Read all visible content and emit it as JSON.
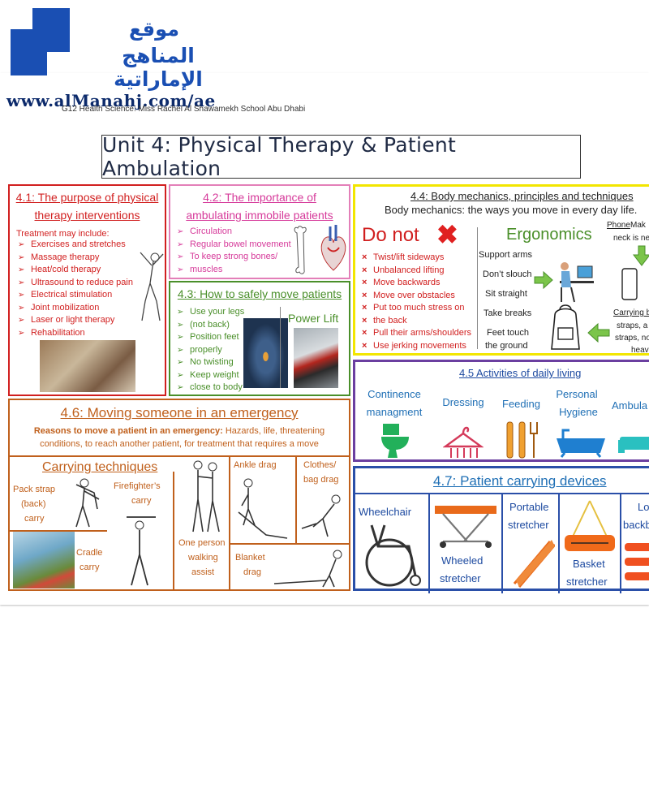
{
  "site": {
    "logo_line1": "موقع",
    "logo_line2": "المناهج الإماراتية",
    "url": "www.alManahj.com/ae"
  },
  "header_text": "G12 Health Science: Miss Rachel Al Shawamekh School Abu Dhabi",
  "title": "Unit 4: Physical Therapy & Patient Ambulation",
  "s41": {
    "title_a": "4.1: The purpose of physical",
    "title_b": "therapy interventions",
    "intro": "Treatment may include:",
    "items": [
      "Exercises and stretches",
      "Massage therapy",
      "Heat/cold therapy",
      "Ultrasound to reduce pain",
      "Electrical stimulation",
      "Joint mobilization",
      "Laser or light therapy",
      "Rehabilitation"
    ]
  },
  "s42": {
    "title_a": "4.2: The importance of",
    "title_b": "ambulating immobile patients",
    "items": [
      "Circulation",
      "Regular bowel movement",
      "To keep strong bones/",
      "muscles"
    ]
  },
  "s43": {
    "title": "4.3: How to safely move patients",
    "items": [
      "Use your legs",
      "(not back)",
      "Position feet",
      "properly",
      "No twisting",
      "Keep weight",
      "close to body"
    ],
    "power_lift": "Power Lift"
  },
  "s44": {
    "title": "4.4: Body mechanics, principles and techniques",
    "subtitle": "Body mechanics: the ways you move in every day life.",
    "do_not": "Do not",
    "do_not_items": [
      "Twist/lift sideways",
      "Unbalanced lifting",
      "Move backwards",
      "Move over obstacles",
      "Put too much stress on",
      "the back",
      "Pull their arms/shoulders",
      "Use jerking movements"
    ],
    "ergonomics": "Ergonomics",
    "ergo_items": [
      "Support arms",
      "Don’t slouch",
      "Sit straight",
      "Take breaks",
      "Feet touch",
      "the ground"
    ],
    "phone_a": "Phone",
    "phone_b": " Mak",
    "phone_c": "neck is ne",
    "carry_a": "Carrying b",
    "carry_b": "straps, a",
    "carry_c": "straps, no",
    "carry_d": "heav"
  },
  "s45": {
    "title": "4.5 Activities of daily living",
    "items": [
      "Continence",
      "managment",
      "Dressing",
      "Feeding",
      "Personal",
      "Hygiene",
      "Ambula"
    ]
  },
  "s46": {
    "title": "4.6: Moving someone in an emergency",
    "reasons_bold": "Reasons to move a patient in an emergency:",
    "reasons_rest": " Hazards, life, threatening",
    "reasons_line2": "conditions, to reach another patient, for treatment that requires a move",
    "carrying_title": "Carrying techniques",
    "pack_strap": [
      "Pack strap",
      "(back)",
      "carry"
    ],
    "firefighter": [
      "Firefighter’s",
      "carry"
    ],
    "cradle": [
      "Cradle",
      "carry"
    ],
    "one_person": [
      "One person",
      "walking",
      "assist"
    ],
    "ankle": "Ankle drag",
    "clothes": [
      "Clothes/",
      "bag drag"
    ],
    "blanket": [
      "Blanket",
      "drag"
    ]
  },
  "s47": {
    "title": "4.7: Patient carrying devices",
    "wheelchair": "Wheelchair",
    "wheeled": [
      "Wheeled",
      "stretcher"
    ],
    "portable": [
      "Portable",
      "stretcher"
    ],
    "basket": [
      "Basket",
      "stretcher"
    ],
    "long": [
      "Lon",
      "backb"
    ]
  },
  "colors": {
    "red": "#d11f1f",
    "pink": "#d63a9a",
    "green": "#4a8f2a",
    "yellow": "#f2e600",
    "purple": "#6b3fa0",
    "brown": "#c0601c",
    "blue": "#2a4fa8",
    "logo": "#1a4fb3"
  }
}
